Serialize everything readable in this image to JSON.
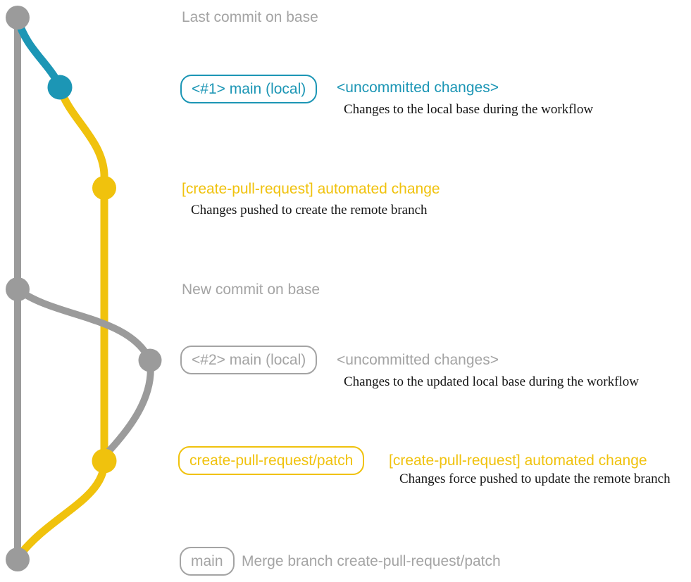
{
  "colors": {
    "gray_line": "#9b9b9b",
    "gray_text": "#a4a4a4",
    "teal": "#1c96b5",
    "yellow": "#f0c20d",
    "note_text": "#141414",
    "background": "#ffffff"
  },
  "graph": {
    "branches": [
      {
        "name": "base",
        "color": "#9b9b9b"
      },
      {
        "name": "main-local",
        "color": "#1c96b5"
      },
      {
        "name": "create-pull-request/patch",
        "color": "#f0c20d"
      },
      {
        "name": "main-local-updated",
        "color": "#9b9b9b"
      }
    ],
    "commits": [
      {
        "id": "last-commit-on-base",
        "color": "#9b9b9b"
      },
      {
        "id": "local-uncommitted-1",
        "color": "#1c96b5"
      },
      {
        "id": "automated-change-1",
        "color": "#f0c20d"
      },
      {
        "id": "new-commit-on-base",
        "color": "#9b9b9b"
      },
      {
        "id": "local-uncommitted-2",
        "color": "#9b9b9b"
      },
      {
        "id": "automated-change-2",
        "color": "#f0c20d"
      },
      {
        "id": "merge-commit",
        "color": "#9b9b9b"
      }
    ]
  },
  "annotations": {
    "last_commit": "Last commit on base",
    "badge1": "<#1> main (local)",
    "uncommitted1": "<uncommitted changes>",
    "note1": "Changes to the local base during the workflow",
    "auto_change1": "[create-pull-request] automated change",
    "note2": "Changes pushed to create the remote branch",
    "new_commit": "New commit on base",
    "badge2": "<#2> main (local)",
    "uncommitted2": "<uncommitted changes>",
    "note3": "Changes to the updated local base during the workflow",
    "badge3": "create-pull-request/patch",
    "auto_change2": "[create-pull-request] automated change",
    "note4": "Changes force pushed to update the remote branch",
    "badge4": "main",
    "merge_text": "Merge branch create-pull-request/patch"
  }
}
